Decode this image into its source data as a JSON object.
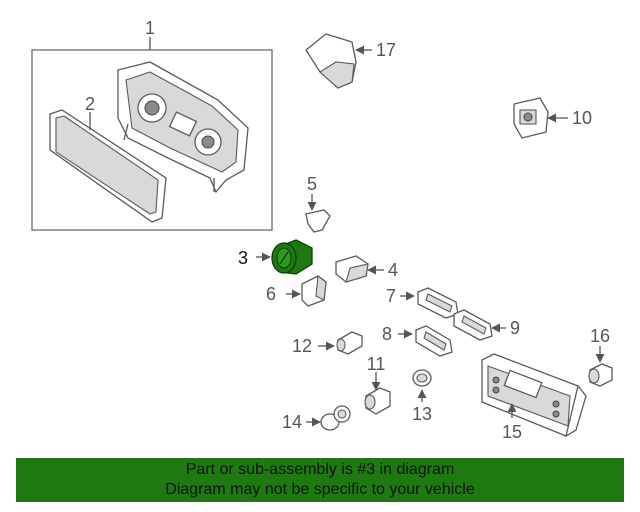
{
  "callouts": [
    {
      "id": "1",
      "label": "1"
    },
    {
      "id": "2",
      "label": "2"
    },
    {
      "id": "3",
      "label": "3"
    },
    {
      "id": "4",
      "label": "4"
    },
    {
      "id": "5",
      "label": "5"
    },
    {
      "id": "6",
      "label": "6"
    },
    {
      "id": "7",
      "label": "7"
    },
    {
      "id": "8",
      "label": "8"
    },
    {
      "id": "9",
      "label": "9"
    },
    {
      "id": "10",
      "label": "10"
    },
    {
      "id": "11",
      "label": "11"
    },
    {
      "id": "12",
      "label": "12"
    },
    {
      "id": "13",
      "label": "13"
    },
    {
      "id": "14",
      "label": "14"
    },
    {
      "id": "15",
      "label": "15"
    },
    {
      "id": "16",
      "label": "16"
    },
    {
      "id": "17",
      "label": "17"
    }
  ],
  "highlighted_part": "3",
  "highlight_color": "#1e7a10",
  "banner": {
    "line1": "Part or sub-assembly is #3 in diagram",
    "line2": "Diagram may not be specific to your vehicle"
  }
}
